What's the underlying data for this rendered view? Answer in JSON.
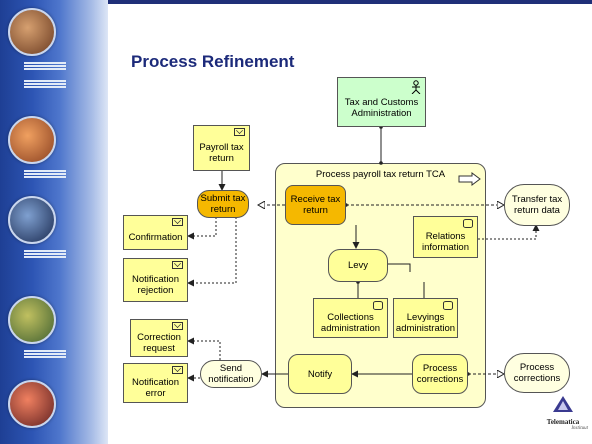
{
  "title": "Process Refinement",
  "nodes": {
    "tax_admin": "Tax and Customs Administration",
    "payroll_return": "Payroll tax return",
    "submit": "Submit tax return",
    "process_box_title": "Process payroll tax return TCA",
    "receive": "Receive tax return",
    "transfer": "Transfer tax return data",
    "confirmation": "Confirmation",
    "notif_rejection": "Notification rejection",
    "relations": "Relations information",
    "levy": "Levy",
    "collections": "Collections administration",
    "levyings": "Levyings administration",
    "correction_request": "Correction request",
    "send_notification": "Send notification",
    "notif_error": "Notification error",
    "notify": "Notify",
    "process_corrections_inner": "Process corrections",
    "process_corrections_outer": "Process corrections"
  },
  "logo": {
    "name": "Telematica",
    "sub": "Instituut"
  },
  "colors": {
    "title": "#1c2a7a",
    "document": "#ffff99",
    "active_process": "#f5b800",
    "actor": "#ccffcc",
    "process_container": "#ffffcc"
  },
  "icons": [
    "actor-icon",
    "document-icon",
    "database-icon",
    "event-arrow-icon"
  ]
}
